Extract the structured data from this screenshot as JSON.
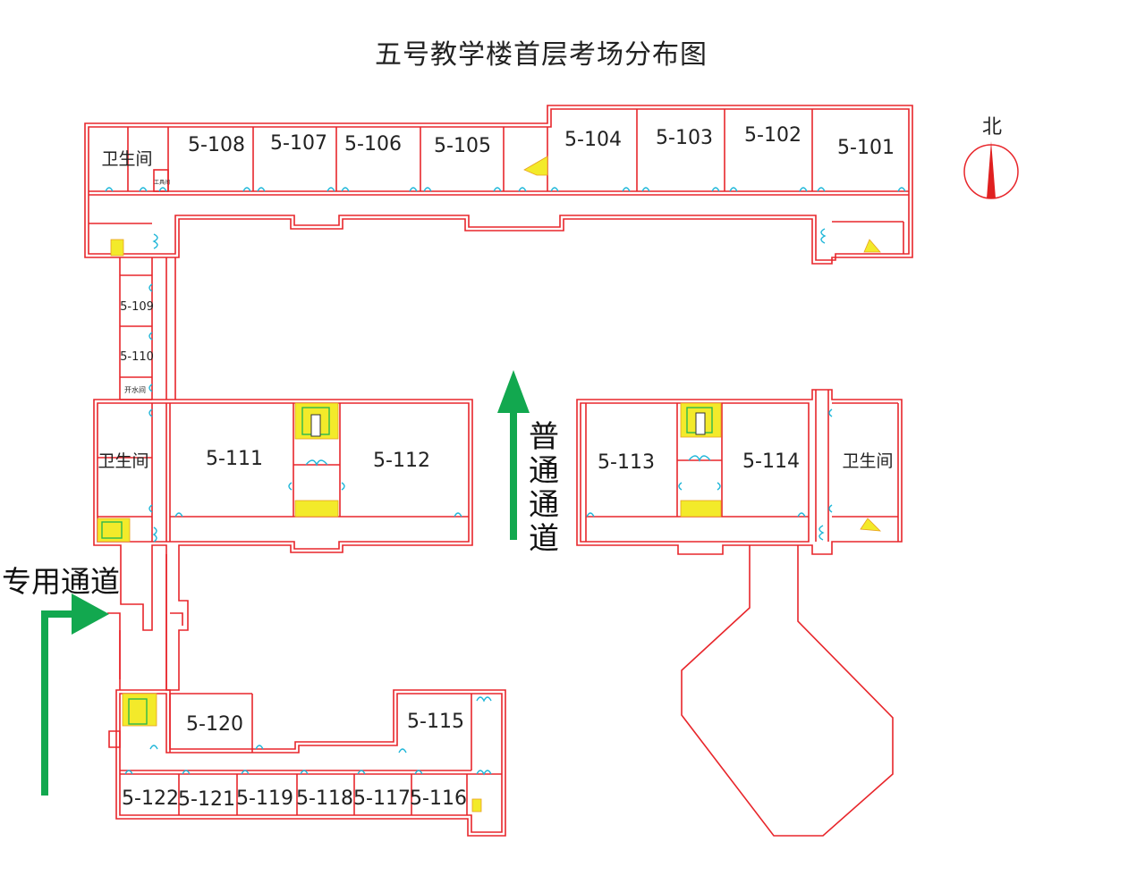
{
  "title": "五号教学楼首层考场分布图",
  "compass": {
    "label": "北"
  },
  "labels": {
    "special_passage": "专用通道",
    "normal_passage": "普通通道"
  },
  "colors": {
    "wall": "#e8262b",
    "arrow": "#12a84f",
    "stair": "#f3ea2a",
    "door": "#1fb6d8"
  },
  "rooms": {
    "r101": "5-101",
    "r102": "5-102",
    "r103": "5-103",
    "r104": "5-104",
    "r105": "5-105",
    "r106": "5-106",
    "r107": "5-107",
    "r108": "5-108",
    "r109": "5-109",
    "r110": "5-110",
    "r111": "5-111",
    "r112": "5-112",
    "r113": "5-113",
    "r114": "5-114",
    "r115": "5-115",
    "r116": "5-116",
    "r117": "5-117",
    "r118": "5-118",
    "r119": "5-119",
    "r120": "5-120",
    "r121": "5-121",
    "r122": "5-122"
  },
  "facilities": {
    "restroom": "卫生间",
    "tool_room": "工具间",
    "water_room": "开水间"
  }
}
